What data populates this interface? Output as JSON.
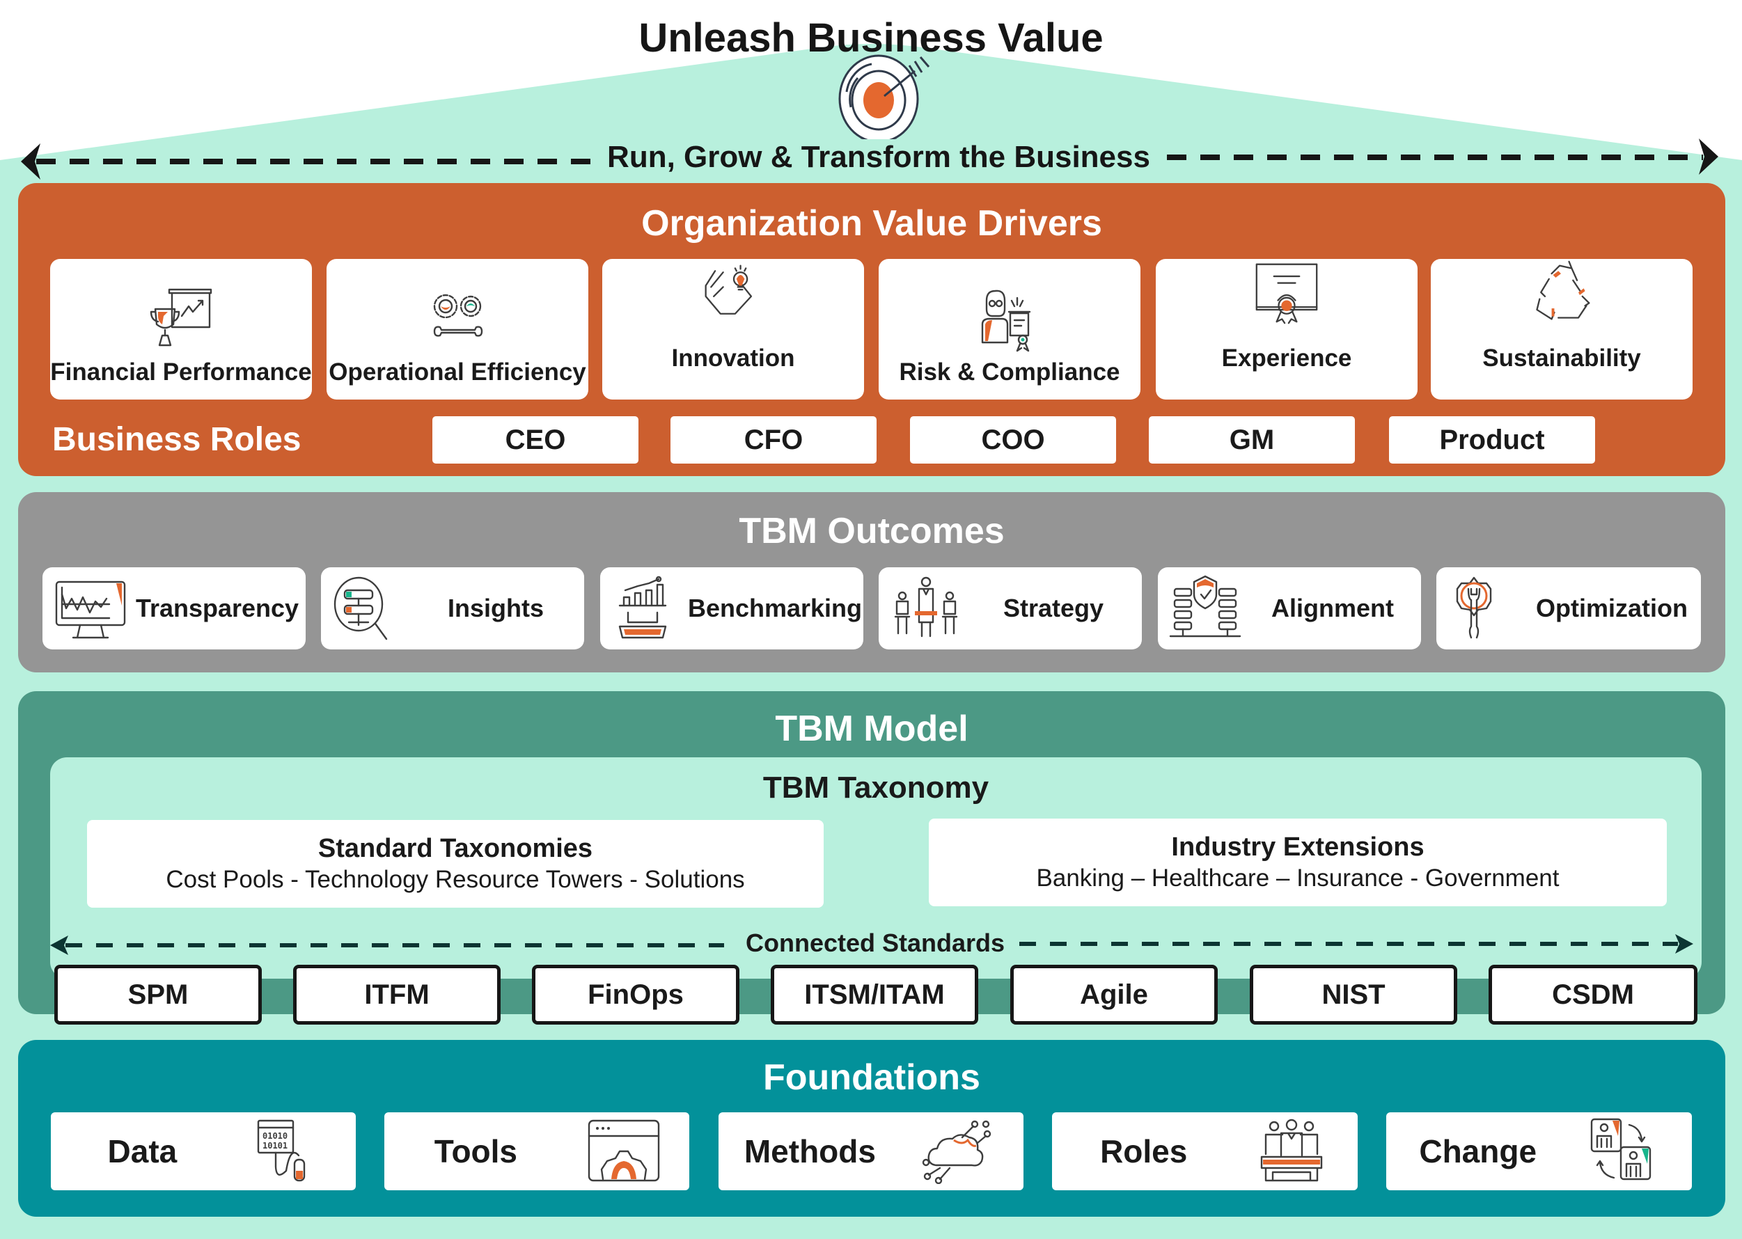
{
  "header": {
    "title": "Unleash Business Value",
    "title_icon": "target-arrow-icon",
    "subtitle": "Run, Grow & Transform the Business"
  },
  "colors": {
    "background_mint": "#B8F0DD",
    "value_drivers_orange": "#CC5F2F",
    "outcomes_gray": "#959595",
    "model_green": "#4C9985",
    "foundations_teal": "#03919A",
    "accent_orange": "#E4682F",
    "accent_green": "#17B58C"
  },
  "value_drivers": {
    "title": "Organization Value Drivers",
    "cards": [
      {
        "label": "Financial Performance",
        "icon": "trophy-chart-icon"
      },
      {
        "label": "Operational Efficiency",
        "icon": "gears-wrench-icon"
      },
      {
        "label": "Innovation",
        "icon": "lightbulb-laptop-icon"
      },
      {
        "label": "Risk & Compliance",
        "icon": "person-certificate-icon"
      },
      {
        "label": "Experience",
        "icon": "certificate-award-icon"
      },
      {
        "label": "Sustainability",
        "icon": "recycle-icon"
      }
    ],
    "roles_label": "Business Roles",
    "roles": [
      "CEO",
      "CFO",
      "COO",
      "GM",
      "Product"
    ]
  },
  "outcomes": {
    "title": "TBM Outcomes",
    "cards": [
      {
        "label": "Transparency",
        "icon": "monitor-chart-icon"
      },
      {
        "label": "Insights",
        "icon": "magnifier-database-icon"
      },
      {
        "label": "Benchmarking",
        "icon": "bar-chart-podium-icon"
      },
      {
        "label": "Strategy",
        "icon": "team-meeting-icon"
      },
      {
        "label": "Alignment",
        "icon": "shield-servers-icon"
      },
      {
        "label": "Optimization",
        "icon": "gear-wrench-icon"
      }
    ]
  },
  "model": {
    "title": "TBM Model",
    "taxonomy_title": "TBM Taxonomy",
    "standard": {
      "title": "Standard Taxonomies",
      "subtitle": "Cost Pools - Technology Resource Towers - Solutions"
    },
    "industry": {
      "title": "Industry Extensions",
      "subtitle": "Banking – Healthcare – Insurance - Government"
    },
    "connected_label": "Connected Standards",
    "standards": [
      "SPM",
      "ITFM",
      "FinOps",
      "ITSM/ITAM",
      "Agile",
      "NIST",
      "CSDM"
    ]
  },
  "foundations": {
    "title": "Foundations",
    "cards": [
      {
        "label": "Data",
        "icon": "binary-data-mouse-icon"
      },
      {
        "label": "Tools",
        "icon": "browser-gear-icon"
      },
      {
        "label": "Methods",
        "icon": "cloud-network-icon"
      },
      {
        "label": "Roles",
        "icon": "people-desk-icon"
      },
      {
        "label": "Change",
        "icon": "people-swap-icon"
      }
    ]
  }
}
